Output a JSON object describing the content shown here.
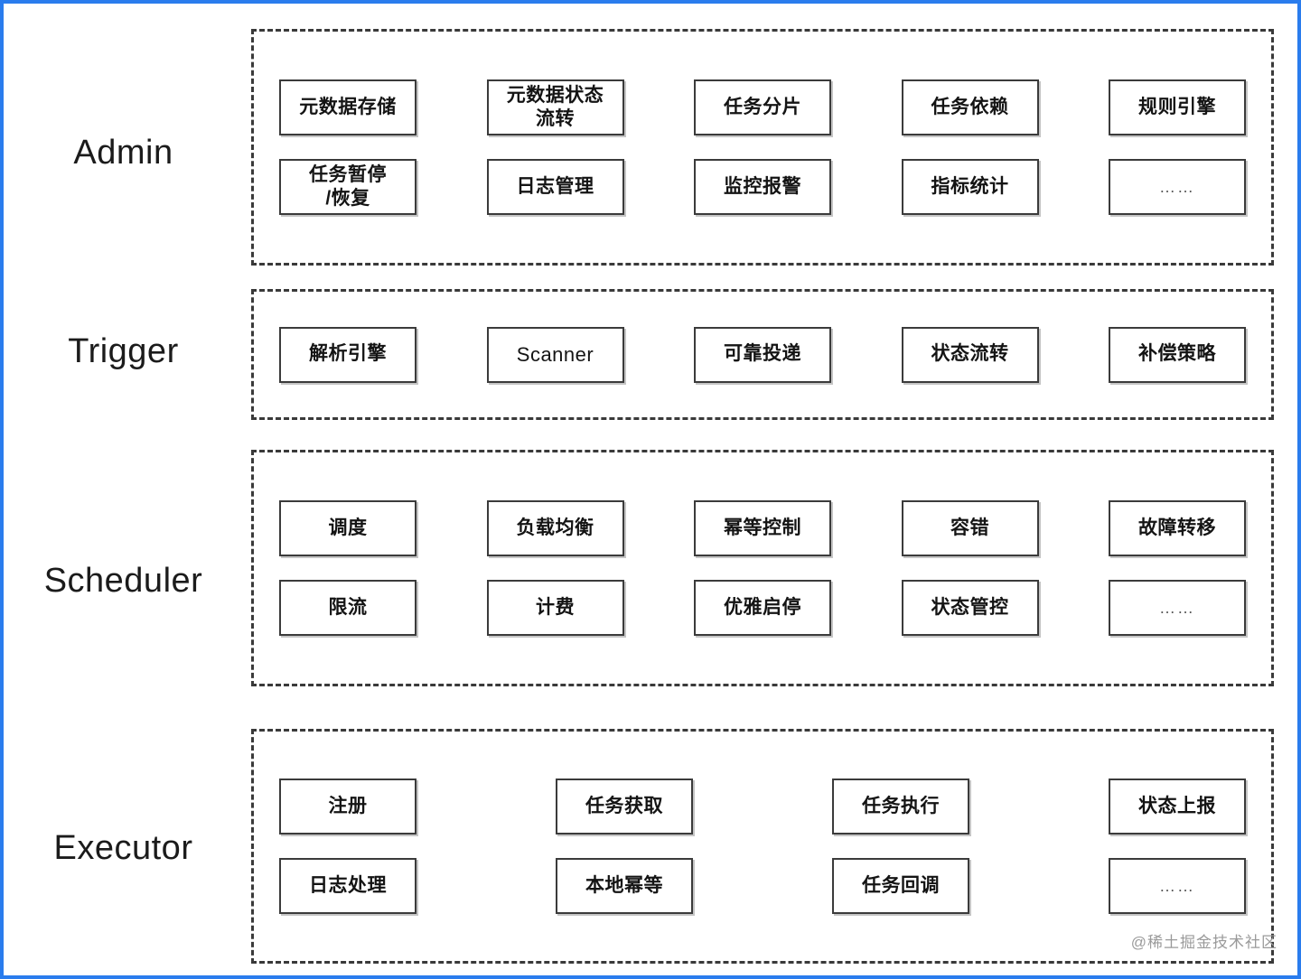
{
  "diagram": {
    "title": "Distributed Task Scheduling System Architecture",
    "watermark": "@稀土掘金技术社区",
    "frame_color": "#2a7ced",
    "box_border_color": "#3b3b3b",
    "group_border_color": "#3a3a3a"
  },
  "layers": [
    {
      "id": "admin",
      "label": "Admin",
      "rows": [
        [
          {
            "text": "元数据存储",
            "kind": "cjk"
          },
          {
            "text": "元数据状态\n流转",
            "kind": "cjk"
          },
          {
            "text": "任务分片",
            "kind": "cjk"
          },
          {
            "text": "任务依赖",
            "kind": "cjk"
          },
          {
            "text": "规则引擎",
            "kind": "cjk"
          }
        ],
        [
          {
            "text": "任务暂停\n/恢复",
            "kind": "cjk"
          },
          {
            "text": "日志管理",
            "kind": "cjk"
          },
          {
            "text": "监控报警",
            "kind": "cjk"
          },
          {
            "text": "指标统计",
            "kind": "cjk"
          },
          {
            "text": "……",
            "kind": "ellipsis"
          }
        ]
      ]
    },
    {
      "id": "trigger",
      "label": "Trigger",
      "rows": [
        [
          {
            "text": "解析引擎",
            "kind": "cjk"
          },
          {
            "text": "Scanner",
            "kind": "latin"
          },
          {
            "text": "可靠投递",
            "kind": "cjk"
          },
          {
            "text": "状态流转",
            "kind": "cjk"
          },
          {
            "text": "补偿策略",
            "kind": "cjk"
          }
        ]
      ]
    },
    {
      "id": "scheduler",
      "label": "Scheduler",
      "rows": [
        [
          {
            "text": "调度",
            "kind": "cjk"
          },
          {
            "text": "负载均衡",
            "kind": "cjk"
          },
          {
            "text": "幂等控制",
            "kind": "cjk"
          },
          {
            "text": "容错",
            "kind": "cjk"
          },
          {
            "text": "故障转移",
            "kind": "cjk"
          }
        ],
        [
          {
            "text": "限流",
            "kind": "cjk"
          },
          {
            "text": "计费",
            "kind": "cjk"
          },
          {
            "text": "优雅启停",
            "kind": "cjk"
          },
          {
            "text": "状态管控",
            "kind": "cjk"
          },
          {
            "text": "……",
            "kind": "ellipsis"
          }
        ]
      ]
    },
    {
      "id": "executor",
      "label": "Executor",
      "rows": [
        [
          {
            "text": "注册",
            "kind": "cjk"
          },
          {
            "text": "任务获取",
            "kind": "cjk"
          },
          {
            "text": "任务执行",
            "kind": "cjk"
          },
          {
            "text": "状态上报",
            "kind": "cjk"
          }
        ],
        [
          {
            "text": "日志处理",
            "kind": "cjk"
          },
          {
            "text": "本地幂等",
            "kind": "cjk"
          },
          {
            "text": "任务回调",
            "kind": "cjk"
          },
          {
            "text": "……",
            "kind": "ellipsis"
          }
        ]
      ]
    }
  ]
}
